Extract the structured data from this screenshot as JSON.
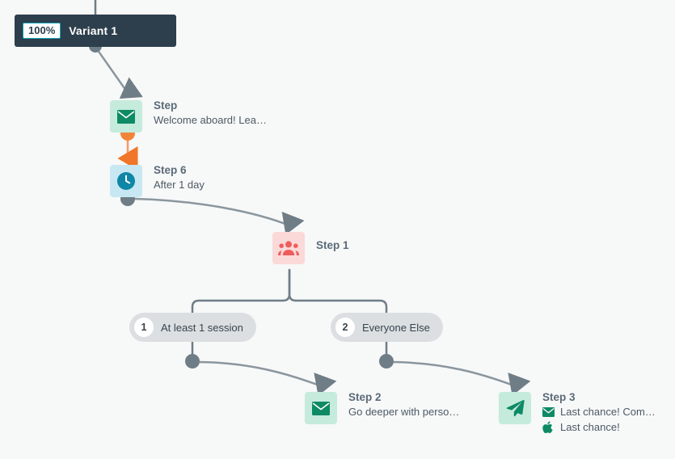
{
  "variant": {
    "percent": "100%",
    "name": "Variant 1"
  },
  "nodes": [
    {
      "id": "step-welcome",
      "icon": "email-icon",
      "title": "Step",
      "subtitle": "Welcome aboard! Lea…"
    },
    {
      "id": "step-6",
      "icon": "timer-icon",
      "title": "Step 6",
      "subtitle": "After 1 day"
    },
    {
      "id": "step-1",
      "icon": "audience-icon",
      "title": "Step 1",
      "subtitle": ""
    },
    {
      "id": "step-2",
      "icon": "email-icon",
      "title": "Step 2",
      "subtitle": "Go deeper with perso…"
    },
    {
      "id": "step-3",
      "icon": "send-icon",
      "title": "Step 3",
      "channels": [
        {
          "icon": "email-icon",
          "label": "Last chance! Com…"
        },
        {
          "icon": "apple-icon",
          "label": "Last chance!"
        }
      ]
    }
  ],
  "branches": [
    {
      "number": "1",
      "label": "At least 1 session"
    },
    {
      "number": "2",
      "label": "Everyone Else"
    }
  ],
  "colors": {
    "canvas_bg": "#f7f8f8",
    "variant_bar": "#2d3e4c",
    "badge_border": "#12a4b8",
    "email_tile": "#c5ebdd",
    "email_glyph": "#0e8a64",
    "timer_tile": "#c7e7f3",
    "timer_glyph": "#0f86a5",
    "audience_tile": "#fbd9d9",
    "audience_glyph": "#ef5c5c",
    "connector": "#8a969e",
    "connector_orange": "#f0833a",
    "pill_bg": "#dcdfe1"
  }
}
